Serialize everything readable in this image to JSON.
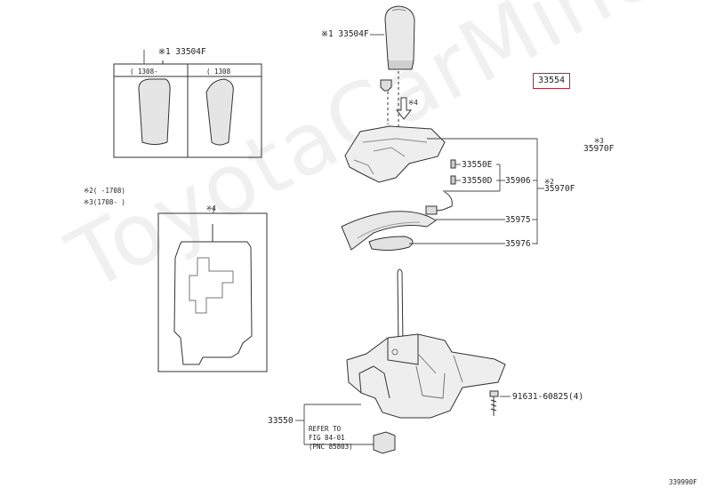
{
  "watermark": "ToyotaCarMine.ru",
  "highlighted_part": "33554",
  "labels": {
    "knob_top": "※1 33504F",
    "knob_inset": "※1 33504F",
    "inset_col_left": "( 1308-",
    "inset_col_right": "( 1308",
    "note_2": "※2(   -1708)",
    "note_3": "※3(1708-   )",
    "pattern_mark": "※4",
    "arrow_mark": "※4",
    "p33550E": "33550E",
    "p33550D": "33550D",
    "p35906": "35906",
    "p35975": "35975",
    "p35976": "35976",
    "p35970F_a": "※3",
    "p35970F_a2": "35970F",
    "p35970F_b": "※2",
    "p35970F_b2": "35970F",
    "p33550": "33550",
    "bolt": "91631-60825(4)",
    "refer_1": "REFER TO",
    "refer_2": "FIG 84-01",
    "refer_3": "(PNC 85803)",
    "drawing_id": "339990F"
  }
}
